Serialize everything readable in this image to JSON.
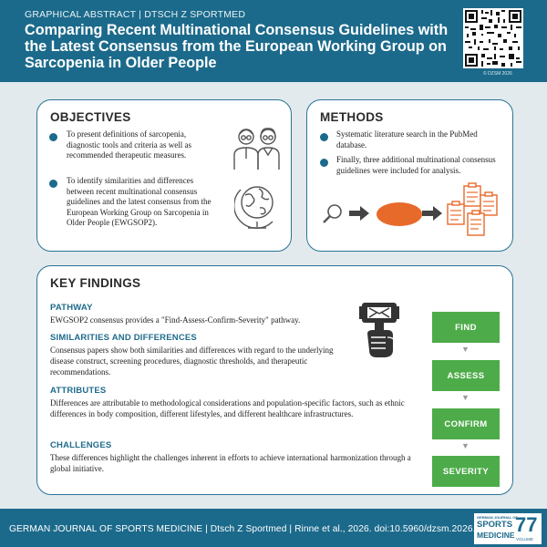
{
  "header": {
    "kicker": "GRAPHICAL ABSTRACT | DTSCH Z SPORTMED",
    "title": "Comparing Recent Multinational Consensus Guidelines with the Latest Consensus from the European Working Group on Sarcopenia in Older People",
    "copyright": "© DZSM 2026"
  },
  "objectives": {
    "title": "OBJECTIVES",
    "items": [
      "To present definitions of sarcopenia, diagnostic tools and criteria as well as recommended therapeutic measures.",
      "To identify similarities and differences between recent multinational consensus guidelines and the latest consensus from the European Working Group on Sarcopenia in Older People (EWGSOP2)."
    ],
    "icons": [
      "elderly-couple-icon",
      "globe-icon"
    ]
  },
  "methods": {
    "title": "METHODS",
    "items": [
      "Systematic literature search in the PubMed database.",
      "Finally, three additional multinational consensus guidelines were included for analysis."
    ],
    "icons": [
      "magnifier-icon",
      "arrow-right-icon",
      "checklist-stack-icon"
    ]
  },
  "findings": {
    "title": "KEY FINDINGS",
    "sections": [
      {
        "heading": "PATHWAY",
        "text": "EWGSOP2 consensus provides a \"Find-Assess-Confirm-Severity\" pathway."
      },
      {
        "heading": "SIMILARITIES AND DIFFERENCES",
        "text": "Consensus papers show both similarities and differences with regard to the underlying disease construct, screening procedures, diagnostic thresholds, and therapeutic recommendations."
      },
      {
        "heading": "ATTRIBUTES",
        "text": "Differences are attributable to methodological considerations and population-specific factors, such as ethnic differences in body composition, different lifestyles, and different healthcare infrastructures."
      },
      {
        "heading": "CHALLENGES",
        "text": "These differences highlight the challenges inherent in efforts to achieve international harmonization through a global initiative."
      }
    ],
    "pathway": [
      "FIND",
      "ASSESS",
      "CONFIRM",
      "SEVERITY"
    ],
    "icons": [
      "grip-dynamometer-icon"
    ]
  },
  "footer": {
    "text": "GERMAN JOURNAL OF SPORTS MEDICINE | Dtsch Z Sportmed | Rinne et al., 2026. doi:10.5960/dzsm.2026.656",
    "badge_small": "GERMAN JOURNAL OF",
    "badge_line1": "SPORTS",
    "badge_line2": "MEDICINE",
    "badge_volume": "77",
    "badge_volume_label": "VOLUME"
  },
  "colors": {
    "brand": "#1c6a8b",
    "panel_bg": "#e2eaed",
    "pathway_green": "#4dac49",
    "methods_orange": "#e86a2b"
  }
}
